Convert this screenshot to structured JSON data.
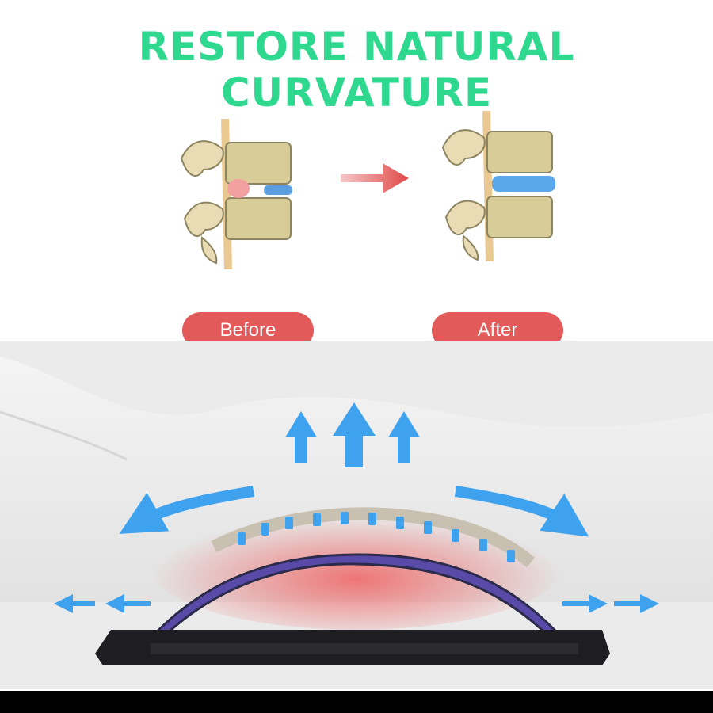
{
  "headline": "RESTORE NATURAL CURVATURE",
  "labels": {
    "before": "Before",
    "after": "After"
  },
  "icons": {
    "spine_before": "compressed-spine-illustration",
    "spine_after": "healthy-spine-illustration",
    "compare_arrow": "arrow-right-icon",
    "upward_arrows": "arrow-up-icon",
    "curved_arrows": "curved-arrow-icon",
    "side_arrows": "arrow-horizontal-icon"
  },
  "colors": {
    "headline": "#2fd88f",
    "pill": "#e25a5a",
    "arrow_blue": "#3ea2ee",
    "heat_red": "#f06262",
    "stretcher_purple": "#5a4aa8"
  }
}
